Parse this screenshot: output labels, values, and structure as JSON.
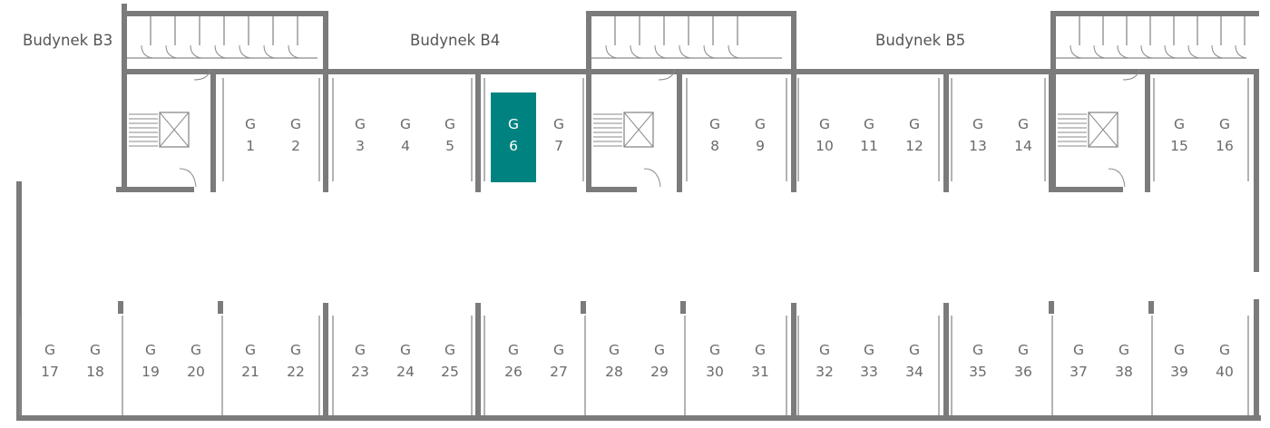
{
  "buildings": [
    {
      "id": "b3",
      "label": "Budynek B3"
    },
    {
      "id": "b4",
      "label": "Budynek B4"
    },
    {
      "id": "b5",
      "label": "Budynek B5"
    }
  ],
  "spot_prefix": "G",
  "spots": [
    {
      "number": "1"
    },
    {
      "number": "2"
    },
    {
      "number": "3"
    },
    {
      "number": "4"
    },
    {
      "number": "5"
    },
    {
      "number": "6",
      "selected": true
    },
    {
      "number": "7"
    },
    {
      "number": "8"
    },
    {
      "number": "9"
    },
    {
      "number": "10"
    },
    {
      "number": "11"
    },
    {
      "number": "12"
    },
    {
      "number": "13"
    },
    {
      "number": "14"
    },
    {
      "number": "15"
    },
    {
      "number": "16"
    },
    {
      "number": "17"
    },
    {
      "number": "18"
    },
    {
      "number": "19"
    },
    {
      "number": "20"
    },
    {
      "number": "21"
    },
    {
      "number": "22"
    },
    {
      "number": "23"
    },
    {
      "number": "24"
    },
    {
      "number": "25"
    },
    {
      "number": "26"
    },
    {
      "number": "27"
    },
    {
      "number": "28"
    },
    {
      "number": "29"
    },
    {
      "number": "30"
    },
    {
      "number": "31"
    },
    {
      "number": "32"
    },
    {
      "number": "33"
    },
    {
      "number": "34"
    },
    {
      "number": "35"
    },
    {
      "number": "36"
    },
    {
      "number": "37"
    },
    {
      "number": "38"
    },
    {
      "number": "39"
    },
    {
      "number": "40"
    }
  ],
  "colors": {
    "selected_fill": "#008380",
    "wall": "#7b7b7b",
    "text": "#6a6a6a"
  }
}
